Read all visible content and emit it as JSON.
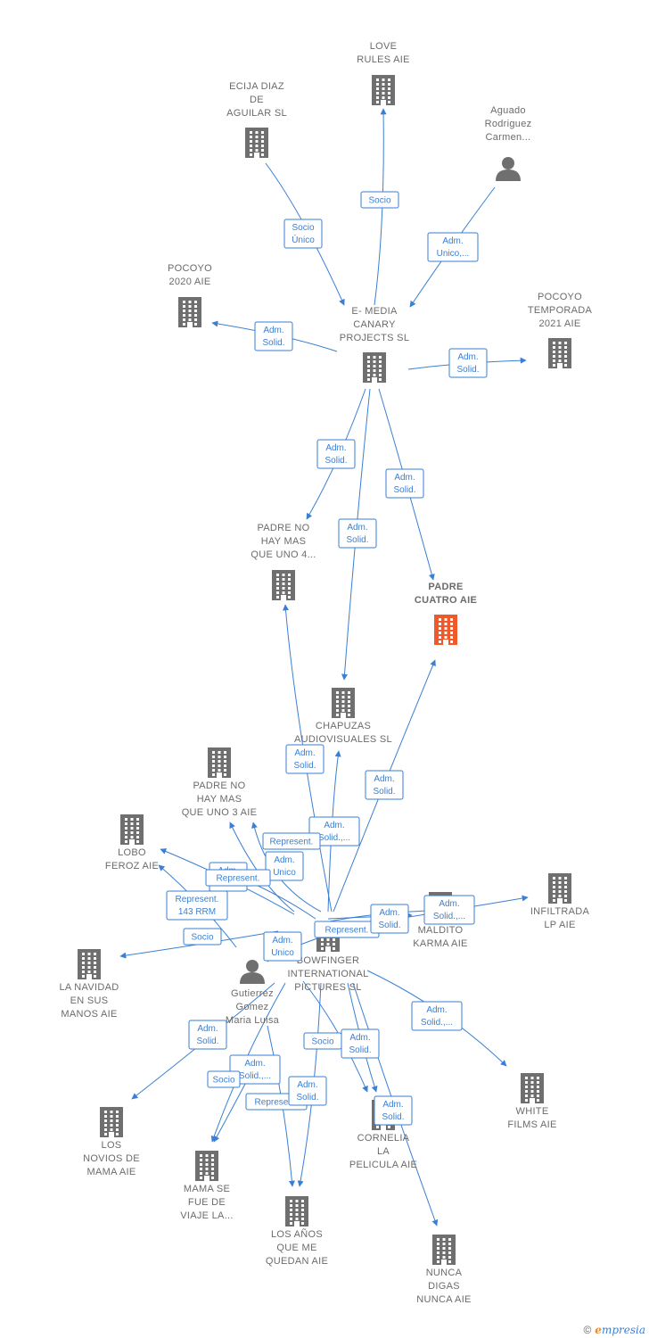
{
  "colors": {
    "node": "#6f6f6f",
    "focus": "#ef5a2a",
    "edge": "#3a7fd5"
  },
  "nodes": [
    {
      "id": "love_rules",
      "type": "company",
      "lines": [
        "LOVE",
        "RULES AIE"
      ]
    },
    {
      "id": "ecija",
      "type": "company",
      "lines": [
        "ECIJA DIAZ",
        "DE",
        "AGUILAR  SL"
      ]
    },
    {
      "id": "aguado",
      "type": "person",
      "lines": [
        "Aguado",
        "Rodriguez",
        "Carmen..."
      ]
    },
    {
      "id": "pocoyo2020",
      "type": "company",
      "lines": [
        "POCOYO",
        "2020  AIE"
      ]
    },
    {
      "id": "emedia",
      "type": "company",
      "lines": [
        "E- MEDIA",
        "CANARY",
        "PROJECTS  SL"
      ]
    },
    {
      "id": "pocoyo_temp",
      "type": "company",
      "lines": [
        "POCOYO",
        "TEMPORADA",
        "2021  AIE"
      ]
    },
    {
      "id": "padre4",
      "type": "company",
      "lines": [
        "PADRE NO",
        "HAY MAS",
        "QUE UNO 4..."
      ]
    },
    {
      "id": "padre_cuatro",
      "type": "focus",
      "lines": [
        "PADRE",
        "CUATRO AIE"
      ]
    },
    {
      "id": "chapuzas",
      "type": "company",
      "lines": [
        "CHAPUZAS",
        "AUDIOVISUALES SL"
      ]
    },
    {
      "id": "padre3",
      "type": "company",
      "lines": [
        "PADRE NO",
        "HAY MAS",
        "QUE UNO 3 AIE"
      ]
    },
    {
      "id": "lobo",
      "type": "company",
      "lines": [
        "LOBO",
        "FEROZ  AIE"
      ]
    },
    {
      "id": "infiltrada",
      "type": "company",
      "lines": [
        "INFILTRADA",
        "LP AIE"
      ]
    },
    {
      "id": "maldito",
      "type": "company",
      "lines": [
        "MALDITO",
        "KARMA AIE"
      ]
    },
    {
      "id": "navidad",
      "type": "company",
      "lines": [
        "LA NAVIDAD",
        "EN SUS",
        "MANOS AIE"
      ]
    },
    {
      "id": "gutierrez",
      "type": "person",
      "lines": [
        "Gutierrez",
        "Gomez",
        "Maria Luisa"
      ]
    },
    {
      "id": "bowfinger",
      "type": "company",
      "lines": [
        "BOWFINGER",
        "INTERNATIONAL",
        "PICTURES SL"
      ]
    },
    {
      "id": "white",
      "type": "company",
      "lines": [
        "WHITE",
        "FILMS AIE"
      ]
    },
    {
      "id": "novios",
      "type": "company",
      "lines": [
        "LOS",
        "NOVIOS DE",
        "MAMA AIE"
      ]
    },
    {
      "id": "mama",
      "type": "company",
      "lines": [
        "MAMA SE",
        "FUE DE",
        "VIAJE LA..."
      ]
    },
    {
      "id": "cornelia",
      "type": "company",
      "lines": [
        "CORNELIA",
        "LA",
        "PELICULA  AIE"
      ]
    },
    {
      "id": "anos",
      "type": "company",
      "lines": [
        "LOS AÑOS",
        "QUE ME",
        "QUEDAN  AIE"
      ]
    },
    {
      "id": "nunca",
      "type": "company",
      "lines": [
        "NUNCA",
        "DIGAS",
        "NUNCA AIE"
      ]
    }
  ],
  "edges": [
    {
      "lines": [
        "Socio"
      ]
    },
    {
      "lines": [
        "Socio",
        "Único"
      ]
    },
    {
      "lines": [
        "Adm.",
        "Unico,..."
      ]
    },
    {
      "lines": [
        "Adm.",
        "Solid."
      ]
    },
    {
      "lines": [
        "Adm.",
        "Solid."
      ]
    },
    {
      "lines": [
        "Adm.",
        "Solid."
      ]
    },
    {
      "lines": [
        "Adm.",
        "Solid."
      ]
    },
    {
      "lines": [
        "Adm.",
        "Solid."
      ]
    },
    {
      "lines": [
        "Adm.",
        "Solid."
      ]
    },
    {
      "lines": [
        "Adm.",
        "Solid."
      ]
    },
    {
      "lines": [
        "Adm.",
        "Solid.,..."
      ]
    },
    {
      "lines": [
        "Represent."
      ]
    },
    {
      "lines": [
        "Adm.",
        "Unico"
      ]
    },
    {
      "lines": [
        "Adm.",
        "Unico"
      ]
    },
    {
      "lines": [
        "Represent."
      ]
    },
    {
      "lines": [
        "Represent.",
        "143 RRM"
      ]
    },
    {
      "lines": [
        "Socio"
      ]
    },
    {
      "lines": [
        "Adm.",
        "Unico"
      ]
    },
    {
      "lines": [
        "Represent."
      ]
    },
    {
      "lines": [
        "Adm.",
        "Solid."
      ]
    },
    {
      "lines": [
        "Adm.",
        "Solid.,..."
      ]
    },
    {
      "lines": [
        "Adm.",
        "Solid.,..."
      ]
    },
    {
      "lines": [
        "Adm.",
        "Solid."
      ]
    },
    {
      "lines": [
        "Adm.",
        "Solid.,..."
      ]
    },
    {
      "lines": [
        "Socio"
      ]
    },
    {
      "lines": [
        "Adm.",
        "Solid."
      ]
    },
    {
      "lines": [
        "Represent."
      ]
    },
    {
      "lines": [
        "Socio"
      ]
    },
    {
      "lines": [
        "Adm.",
        "Solid."
      ]
    },
    {
      "lines": [
        "Adm.",
        "Solid."
      ]
    }
  ],
  "footer": {
    "copyright": "©",
    "brand_initial": "e",
    "brand_rest": "mpresia"
  }
}
